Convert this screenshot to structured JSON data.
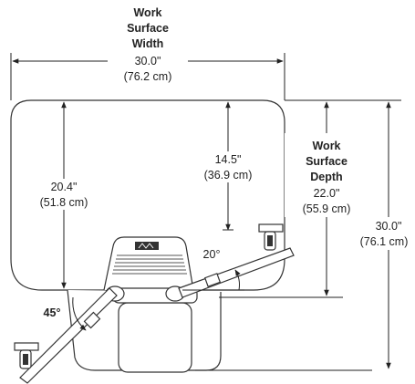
{
  "labels": {
    "width_title": [
      "Work",
      "Surface",
      "Width"
    ],
    "width_in": "30.0\"",
    "width_cm": "(76.2 cm)",
    "left_depth_in": "20.4\"",
    "left_depth_cm": "(51.8 cm)",
    "center_depth_in": "14.5\"",
    "center_depth_cm": "(36.9 cm)",
    "depth_title": [
      "Work",
      "Surface",
      "Depth"
    ],
    "depth_in": "22.0\"",
    "depth_cm": "(55.9 cm)",
    "overall_in": "30.0\"",
    "overall_cm": "(76.1 cm)",
    "angle_right": "20°",
    "angle_left": "45°"
  },
  "colors": {
    "line": "#222222",
    "outline": "#333333",
    "background": "#ffffff"
  },
  "icons": {
    "arrow": "arrowhead",
    "logo": "monitor-logo-icon"
  }
}
